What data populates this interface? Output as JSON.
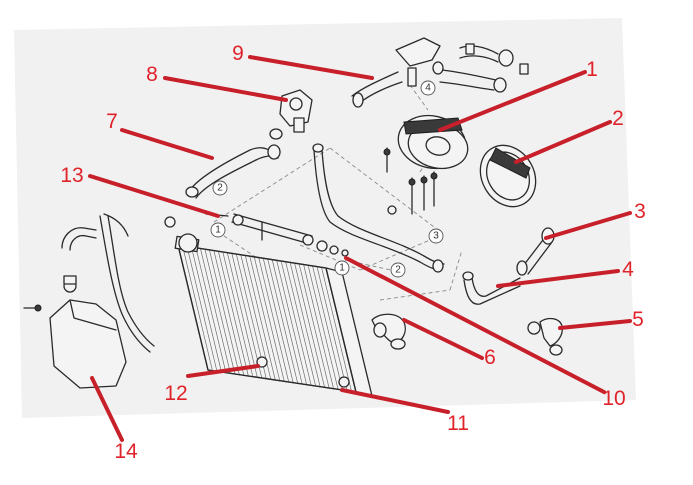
{
  "callouts": [
    {
      "number": "1"
    },
    {
      "number": "2"
    },
    {
      "number": "3"
    },
    {
      "number": "4"
    },
    {
      "number": "5"
    },
    {
      "number": "6"
    },
    {
      "number": "7"
    },
    {
      "number": "8"
    },
    {
      "number": "9"
    },
    {
      "number": "10"
    },
    {
      "number": "11"
    },
    {
      "number": "12"
    },
    {
      "number": "13"
    },
    {
      "number": "14"
    }
  ],
  "reference_bubbles": [
    {
      "label": "1"
    },
    {
      "label": "2"
    },
    {
      "label": "2"
    },
    {
      "label": "3"
    },
    {
      "label": "1"
    },
    {
      "label": "4"
    }
  ],
  "colors": {
    "callout": "#e0232a",
    "line_art": "#2a2a2a",
    "background": "#ffffff"
  }
}
